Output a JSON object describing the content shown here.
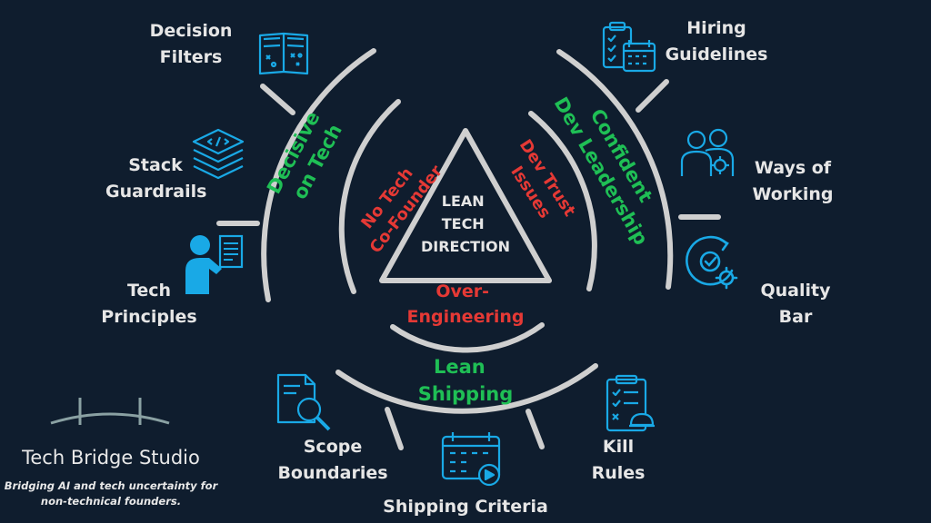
{
  "center": {
    "lines": [
      "LEAN",
      "TECH",
      "DIRECTION"
    ]
  },
  "pillars": {
    "left": {
      "lines": [
        "Decisive",
        "on Tech"
      ]
    },
    "right": {
      "lines": [
        "Confident",
        "Dev Leadership"
      ]
    },
    "bottom": {
      "lines": [
        "Lean",
        "Shipping"
      ]
    }
  },
  "problems": {
    "left": {
      "lines": [
        "No Tech",
        "Co-Founder"
      ]
    },
    "right": {
      "lines": [
        "Dev Trust",
        "Issues"
      ]
    },
    "bottom": {
      "lines": [
        "Over-",
        "Engineering"
      ]
    }
  },
  "practices": {
    "decision_filters": {
      "lines": [
        "Decision",
        "Filters"
      ],
      "icon": "book-icon"
    },
    "stack_guardrails": {
      "lines": [
        "Stack",
        "Guardrails"
      ],
      "icon": "code-layers-icon"
    },
    "tech_principles": {
      "lines": [
        "Tech",
        "Principles"
      ],
      "icon": "presenter-icon"
    },
    "hiring_guidelines": {
      "lines": [
        "Hiring",
        "Guidelines"
      ],
      "icon": "checklist-calendar-icon"
    },
    "ways_of_working": {
      "lines": [
        "Ways of",
        "Working"
      ],
      "icon": "team-gears-icon"
    },
    "quality_bar": {
      "lines": [
        "Quality",
        "Bar"
      ],
      "icon": "check-gear-icon"
    },
    "scope_boundaries": {
      "lines": [
        "Scope",
        "Boundaries"
      ],
      "icon": "document-search-icon"
    },
    "shipping_criteria": {
      "lines": [
        "Shipping Criteria"
      ],
      "icon": "calendar-play-icon"
    },
    "kill_rules": {
      "lines": [
        "Kill",
        "Rules"
      ],
      "icon": "clipboard-hardhat-icon"
    }
  },
  "brand": {
    "name": "Tech Bridge Studio",
    "tagline": [
      "Bridging AI and tech uncertainty for",
      "non-technical founders."
    ],
    "logo_icon": "bridge-logo-icon"
  },
  "colors": {
    "background": "#0f1d2e",
    "green": "#1fbf55",
    "red": "#e53935",
    "icon_blue": "#19a9e6",
    "arc": "#cfcfcf",
    "text": "#e6e6e6"
  }
}
